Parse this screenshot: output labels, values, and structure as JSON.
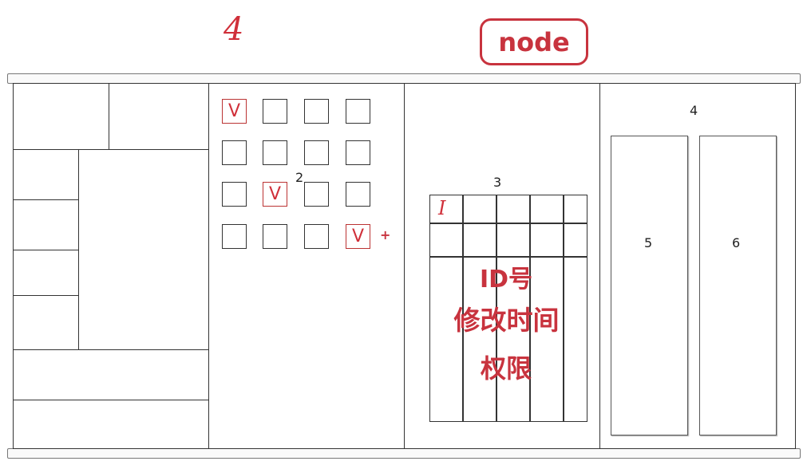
{
  "top_annotations": {
    "handwritten_number": "4",
    "node_badge": "node"
  },
  "panel2": {
    "label": "2",
    "grid_rows": [
      [
        true,
        false,
        false,
        false
      ],
      [
        false,
        false,
        false,
        false
      ],
      [
        false,
        true,
        false,
        false
      ],
      [
        false,
        false,
        false,
        true
      ]
    ],
    "check_mark": "V",
    "plus_mark": "+"
  },
  "panel3": {
    "label": "3",
    "table_marker": "I",
    "field_id": "ID号",
    "field_modified_time": "修改时间",
    "field_permission": "权限"
  },
  "panel4": {
    "label": "4",
    "left_box_label": "5",
    "right_box_label": "6"
  },
  "colors": {
    "accent_red": "#c8333e",
    "line": "#333333"
  }
}
